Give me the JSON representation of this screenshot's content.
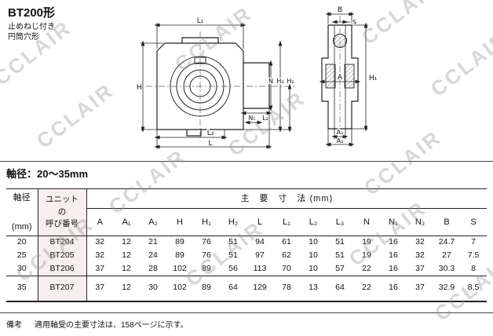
{
  "page": {
    "title": "BT200形",
    "subtitle1": "止めねじ付き",
    "subtitle2": "円筒穴形",
    "shaft_range": "軸径：20～35mm",
    "note_label": "備考",
    "note_text": "適用軸受の主要寸法は、158ページに示す。",
    "watermark": "CCLAIR"
  },
  "drawings": {
    "front": {
      "dim_l1": "L₁",
      "dim_h": "H",
      "dim_n": "N",
      "dim_h3": "H₃",
      "dim_h2": "H₂",
      "dim_n1": "N₁",
      "dim_l2": "L₂",
      "dim_l3": "L₃",
      "dim_l": "L"
    },
    "side": {
      "dim_b": "B",
      "dim_s": "S",
      "dim_a": "A",
      "dim_h1": "H₁",
      "dim_a1": "A₁",
      "dim_a2": "A₂"
    }
  },
  "table": {
    "header": {
      "col1": "軸径",
      "col1_unit": "(mm)",
      "col2_line1": "ユニット",
      "col2_line2": "の",
      "col2_line3": "呼び番号",
      "group": "主　要　寸　法 (mm)",
      "dims": [
        "A",
        "A₁",
        "A₂",
        "H",
        "H₁",
        "H₂",
        "L",
        "L₁",
        "L₂",
        "L₃",
        "N",
        "N₁",
        "N₂",
        "B",
        "S"
      ]
    },
    "rows": [
      {
        "shaft": "20",
        "part": "BT204",
        "values": [
          "32",
          "12",
          "21",
          "89",
          "76",
          "51",
          "94",
          "61",
          "10",
          "51",
          "19",
          "16",
          "32",
          "24.7",
          "7"
        ]
      },
      {
        "shaft": "25",
        "part": "BT205",
        "values": [
          "32",
          "12",
          "24",
          "89",
          "76",
          "51",
          "97",
          "62",
          "10",
          "51",
          "19",
          "16",
          "32",
          "27",
          "7.5"
        ]
      },
      {
        "shaft": "30",
        "part": "BT206",
        "values": [
          "37",
          "12",
          "28",
          "102",
          "89",
          "56",
          "113",
          "70",
          "10",
          "57",
          "22",
          "16",
          "37",
          "30.3",
          "8"
        ]
      },
      {
        "shaft": "35",
        "part": "BT207",
        "values": [
          "37",
          "12",
          "30",
          "102",
          "89",
          "64",
          "129",
          "78",
          "13",
          "64",
          "22",
          "16",
          "37",
          "32.9",
          "8.5"
        ]
      }
    ]
  }
}
